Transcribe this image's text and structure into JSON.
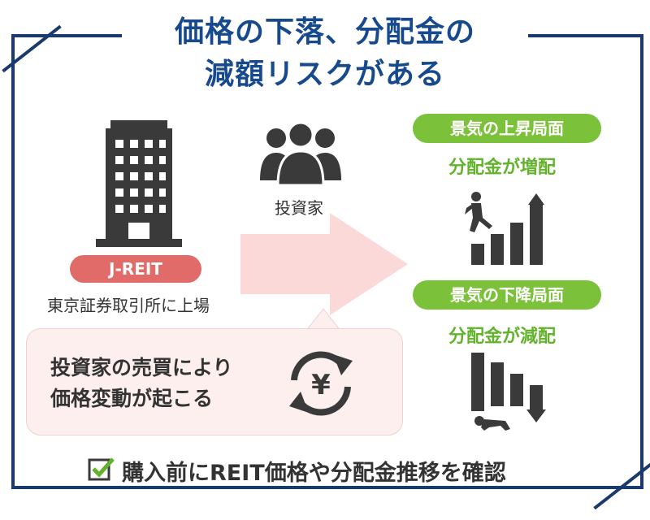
{
  "title": {
    "line1": "価格の下落、分配金の",
    "line2": "減額リスクがある"
  },
  "left": {
    "badge": "J-REIT",
    "caption": "東京証券取引所に上場"
  },
  "center": {
    "investor_label": "投資家"
  },
  "callout": {
    "line1": "投資家の売買により",
    "line2": "価格変動が起こる",
    "currency_symbol": "¥"
  },
  "right": {
    "up_badge": "景気の上昇局面",
    "up_text": "分配金が増配",
    "down_badge": "景気の下降局面",
    "down_text": "分配金が減配"
  },
  "bottom": {
    "text": "購入前にREIT価格や分配金推移を確認"
  },
  "colors": {
    "navy": "#1a3a6e",
    "title_blue": "#174a8c",
    "green": "#7cc13a",
    "red": "#e06b68",
    "pink": "#fbd9d8",
    "dark": "#3a3a3a"
  }
}
